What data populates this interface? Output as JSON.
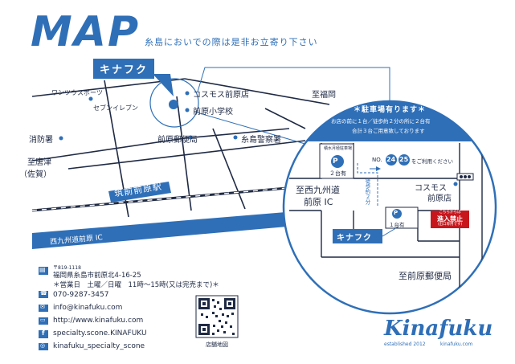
{
  "header": {
    "title": "MAP",
    "subtitle": "糸島においでの際は是非お立寄り下さい"
  },
  "main_map": {
    "shop_name": "キナフク",
    "landmarks": {
      "wanstop": "ワンツウスポーツ",
      "seven": "セブンイレブン",
      "cosmos": "コスモス前原店",
      "school": "前原小学校",
      "to_fukuoka": "至福岡",
      "fire_station": "消防署",
      "post_office": "前原郵便局",
      "police": "糸島警察署",
      "to_karatsu_1": "至唐津",
      "to_karatsu_2": "（佐賀）"
    },
    "station": "筑前前原駅",
    "expressway": "西九州道前原 IC"
  },
  "detail_map": {
    "parking_title": "＊駐車場有ります＊",
    "parking_line1": "お店の前に１台／徒歩約２分の所に２台有",
    "parking_line2": "合計３台ご用意致しております",
    "parking_lot_label": "積水月極駐車場",
    "parking_lot_count": "２台有",
    "lot_numbers_prefix": "NO.",
    "lot_no_1": "24",
    "lot_no_2": "25",
    "lot_numbers_suffix": "をご利用ください",
    "walk_note": "徒歩約２分",
    "shop_parking_count": "１台有",
    "to_nishikyushu_1": "至西九州道",
    "to_nishikyushu_2": "前原 IC",
    "cosmos_1": "コスモス",
    "cosmos_2": "前原店",
    "no_entry_1": "こちらからは",
    "no_entry_2": "進入禁止",
    "no_entry_3": "(出口専用です)",
    "shop_name": "キナフク",
    "to_post_office": "至前原郵便局"
  },
  "contact": {
    "postal": "〒819-1118",
    "address": "福岡県糸島市前原北4-16-25",
    "hours": "＊営業日　土曜／日曜　11時～15時(又は完売まで)＊",
    "phone": "070-9287-3457",
    "email": "info@kinafuku.com",
    "web": "http://www.kinafuku.com",
    "facebook": "specialty.scone.KINAFUKU",
    "instagram": "kinafuku_specialty_scone"
  },
  "qr_caption": "店舗地図",
  "brand": {
    "name": "Kinafuku",
    "established": "established 2012",
    "domain": "kinafuku.com"
  },
  "colors": {
    "accent": "#2f6fb7",
    "dark": "#1f2a44",
    "red": "#c8161d"
  }
}
